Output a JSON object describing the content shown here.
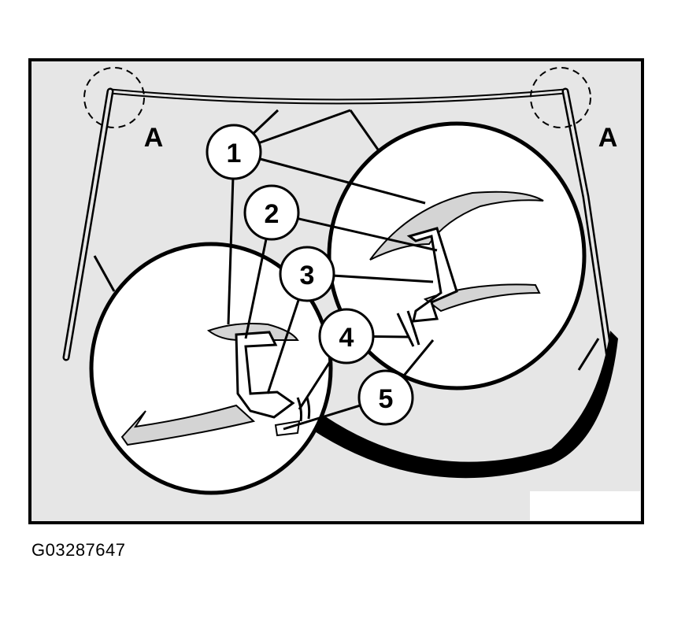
{
  "figure_id": "G03287647",
  "detail_markers": [
    "A",
    "A"
  ],
  "callouts": [
    "1",
    "2",
    "3",
    "4",
    "5"
  ],
  "colors": {
    "panel_background": "#e6e6e6",
    "frame": "#000000",
    "detail_fill": "#ffffff",
    "part_fill": "#d4d4d4"
  }
}
